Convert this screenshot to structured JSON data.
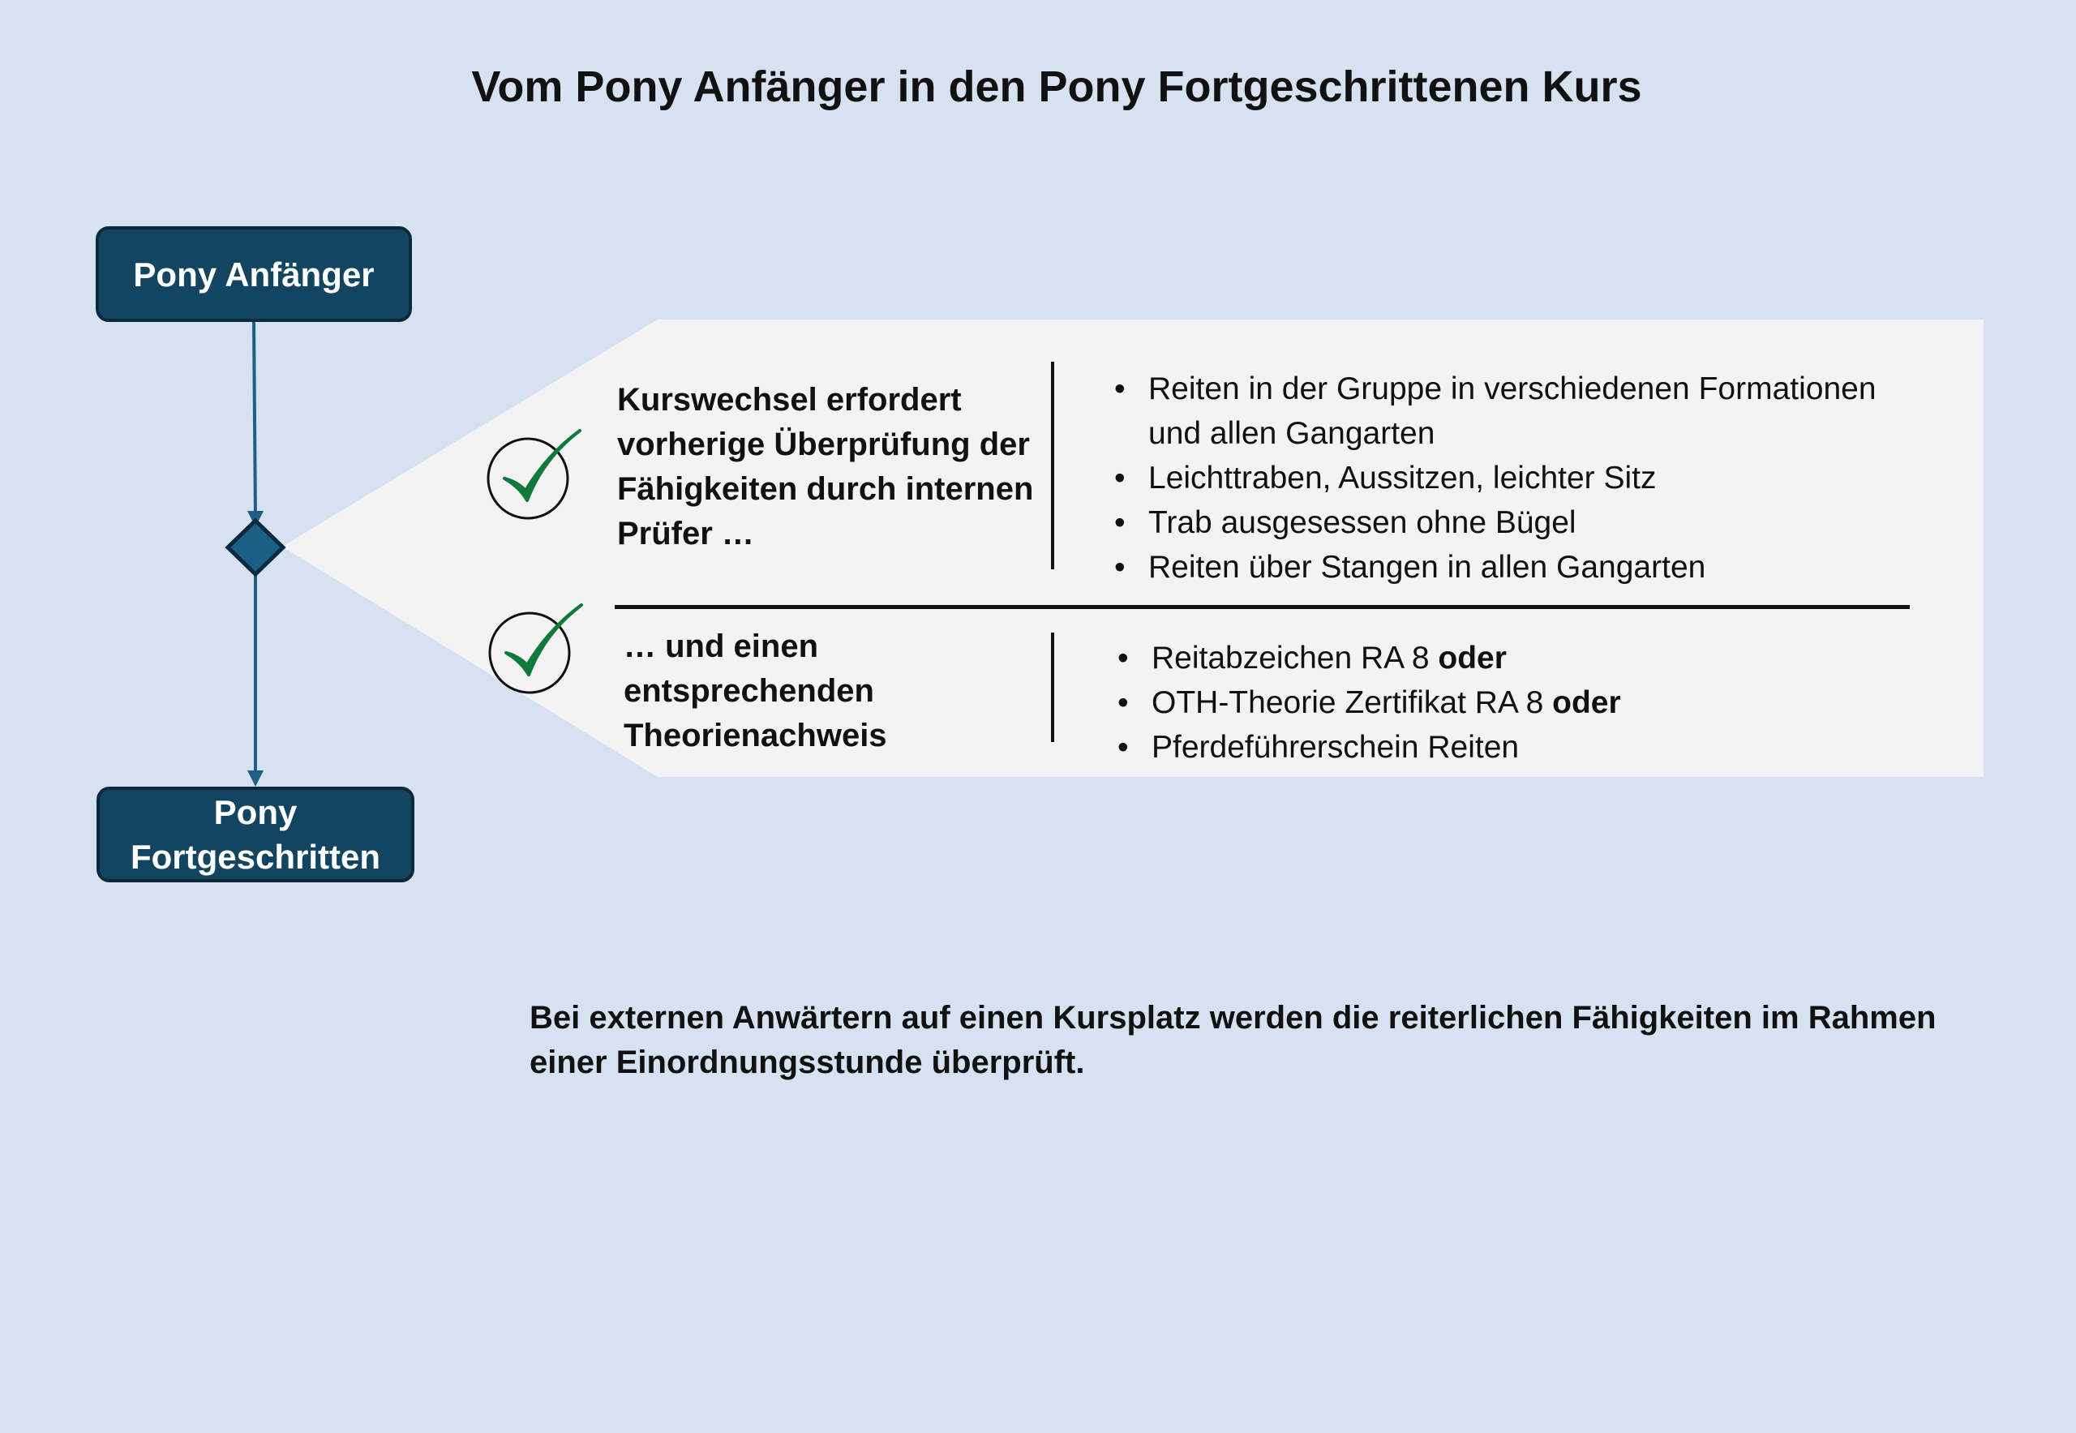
{
  "title": "Vom Pony Anfänger in den Pony Fortgeschrittenen Kurs",
  "nodes": {
    "start": "Pony Anfänger",
    "end_line1": "Pony",
    "end_line2": "Fortgeschritten"
  },
  "colors": {
    "background": "#d6e2f1",
    "node_fill": "#134560",
    "arrow": "#1f5f86",
    "panel": "#f3f3f3",
    "check": "#0f7a3c"
  },
  "requirement1": {
    "icon": "check-circle-icon",
    "text": "Kurswechsel erfordert vorherige Überprüfung der Fähigkeiten durch internen Prüfer …",
    "items": [
      "Reiten in der Gruppe in verschiedenen Formationen und allen Gangarten",
      "Leichttraben, Aussitzen, leichter Sitz",
      "Trab ausgesessen ohne Bügel",
      "Reiten über Stangen in allen Gangarten"
    ]
  },
  "requirement2": {
    "icon": "check-circle-icon",
    "text": "… und einen entsprechenden Theorienachweis",
    "items": [
      {
        "text": "Reitabzeichen RA 8 ",
        "bold": "oder"
      },
      {
        "text": "OTH-Theorie Zertifikat RA 8 ",
        "bold": "oder"
      },
      {
        "text": "Pferdeführerschein Reiten",
        "bold": ""
      }
    ]
  },
  "footer": "Bei externen Anwärtern auf einen Kursplatz werden die reiterlichen Fähigkeiten im Rahmen einer Einordnungsstunde überprüft."
}
